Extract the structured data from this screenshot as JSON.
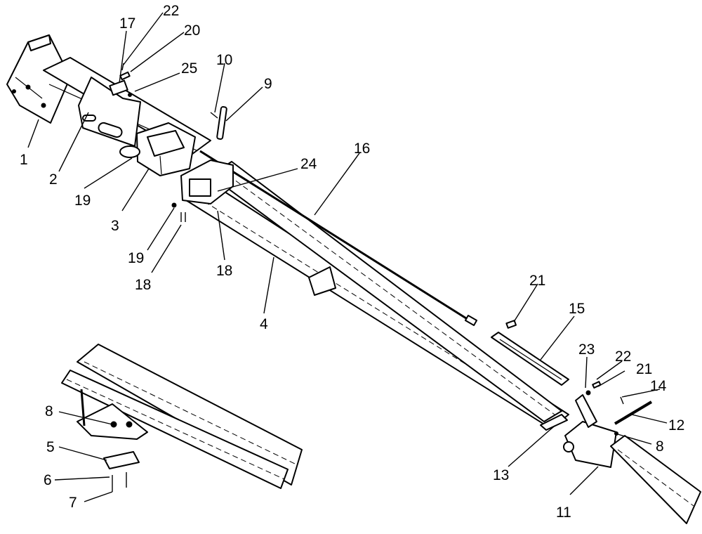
{
  "callouts": [
    {
      "id": "c1",
      "label": "1"
    },
    {
      "id": "c2",
      "label": "2"
    },
    {
      "id": "c3",
      "label": "3"
    },
    {
      "id": "c4",
      "label": "4"
    },
    {
      "id": "c5",
      "label": "5"
    },
    {
      "id": "c6",
      "label": "6"
    },
    {
      "id": "c7",
      "label": "7"
    },
    {
      "id": "c8a",
      "label": "8"
    },
    {
      "id": "c8b",
      "label": "8"
    },
    {
      "id": "c9",
      "label": "9"
    },
    {
      "id": "c10",
      "label": "10"
    },
    {
      "id": "c11",
      "label": "11"
    },
    {
      "id": "c12",
      "label": "12"
    },
    {
      "id": "c13",
      "label": "13"
    },
    {
      "id": "c14",
      "label": "14"
    },
    {
      "id": "c15",
      "label": "15"
    },
    {
      "id": "c16",
      "label": "16"
    },
    {
      "id": "c17",
      "label": "17"
    },
    {
      "id": "c18a",
      "label": "18"
    },
    {
      "id": "c18b",
      "label": "18"
    },
    {
      "id": "c19a",
      "label": "19"
    },
    {
      "id": "c19b",
      "label": "19"
    },
    {
      "id": "c20",
      "label": "20"
    },
    {
      "id": "c21a",
      "label": "21"
    },
    {
      "id": "c21b",
      "label": "21"
    },
    {
      "id": "c22a",
      "label": "22"
    },
    {
      "id": "c22b",
      "label": "22"
    },
    {
      "id": "c23",
      "label": "23"
    },
    {
      "id": "c24",
      "label": "24"
    },
    {
      "id": "c25",
      "label": "25"
    }
  ]
}
